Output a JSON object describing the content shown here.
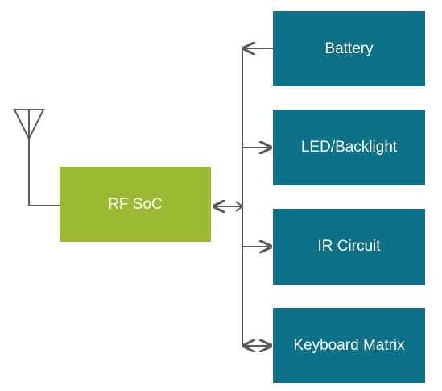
{
  "colors": {
    "line": "#5a5a5a",
    "block_blue": "#0d7187",
    "block_green": "#9bb832",
    "text": "#ffffff"
  },
  "icons": {
    "antenna": "antenna-icon"
  },
  "blocks": {
    "soc": {
      "label": "RF SoC"
    },
    "battery": {
      "label": "Battery"
    },
    "led": {
      "label": "LED/Backlight"
    },
    "ir": {
      "label": "IR Circuit"
    },
    "keyboard": {
      "label": "Keyboard Matrix"
    }
  }
}
